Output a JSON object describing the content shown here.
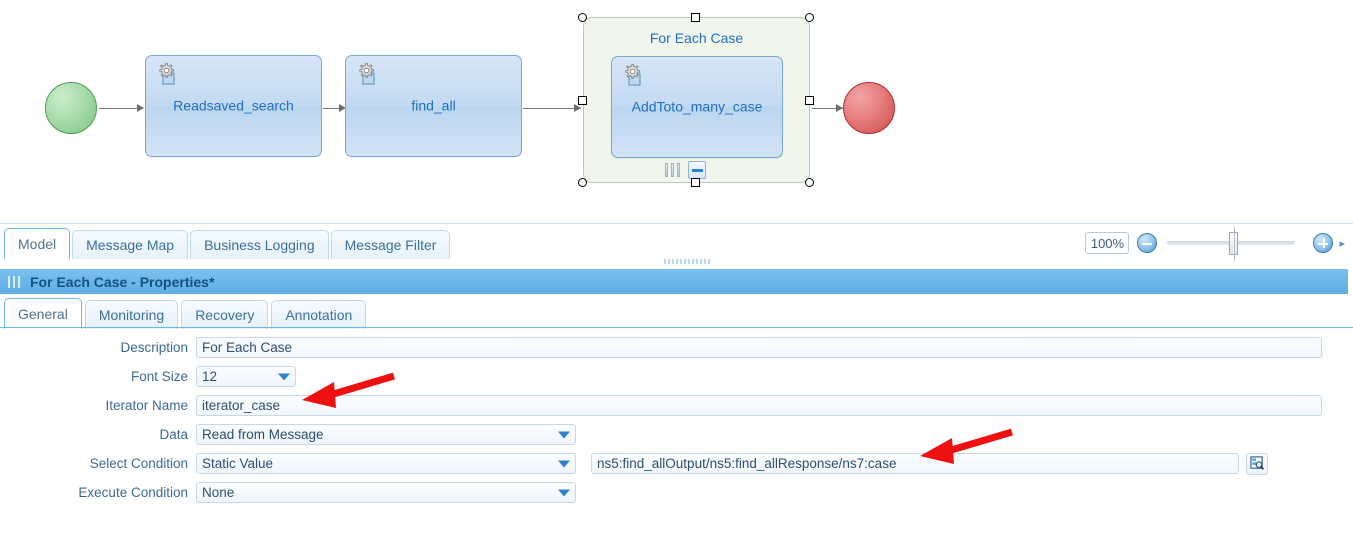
{
  "canvas": {
    "start_node": "start-event",
    "end_node": "end-event",
    "tasks": [
      {
        "id": "read",
        "label": "Readsaved_search",
        "icon": "gear-icon"
      },
      {
        "id": "find",
        "label": "find_all",
        "icon": "gear-icon"
      },
      {
        "id": "add",
        "label": "AddToto_many_case",
        "icon": "gear-icon"
      }
    ],
    "container": {
      "title": "For Each Case",
      "grip_icon": "grip-bars-icon",
      "collapse_icon": "collapse-minus-icon"
    }
  },
  "editor_tabs": [
    {
      "label": "Model",
      "active": true
    },
    {
      "label": "Message Map",
      "active": false
    },
    {
      "label": "Business Logging",
      "active": false
    },
    {
      "label": "Message Filter",
      "active": false
    }
  ],
  "zoom": {
    "percent": "100%",
    "minus_icon": "zoom-out-icon",
    "plus_icon": "zoom-in-icon",
    "overflow_icon": "chevron-right-icon"
  },
  "properties": {
    "title": "For Each Case - Properties*",
    "tabs": [
      {
        "label": "General",
        "active": true
      },
      {
        "label": "Monitoring",
        "active": false
      },
      {
        "label": "Recovery",
        "active": false
      },
      {
        "label": "Annotation",
        "active": false
      }
    ],
    "fields": {
      "description": {
        "label": "Description",
        "value": "For Each Case"
      },
      "font_size": {
        "label": "Font Size",
        "value": "12"
      },
      "iterator_name": {
        "label": "Iterator Name",
        "value": "iterator_case"
      },
      "data": {
        "label": "Data",
        "value": "Read from Message"
      },
      "select_condition": {
        "label": "Select Condition",
        "value": "Static Value",
        "xpath": "ns5:find_allOutput/ns5:find_allResponse/ns7:case",
        "browse_icon": "xpath-browse-icon"
      },
      "execute_condition": {
        "label": "Execute Condition",
        "value": "None"
      }
    }
  },
  "annotations": {
    "arrow_color": "#ee1111",
    "arrows": [
      {
        "name": "arrow-to-iterator-name"
      },
      {
        "name": "arrow-to-xpath-value"
      }
    ]
  }
}
